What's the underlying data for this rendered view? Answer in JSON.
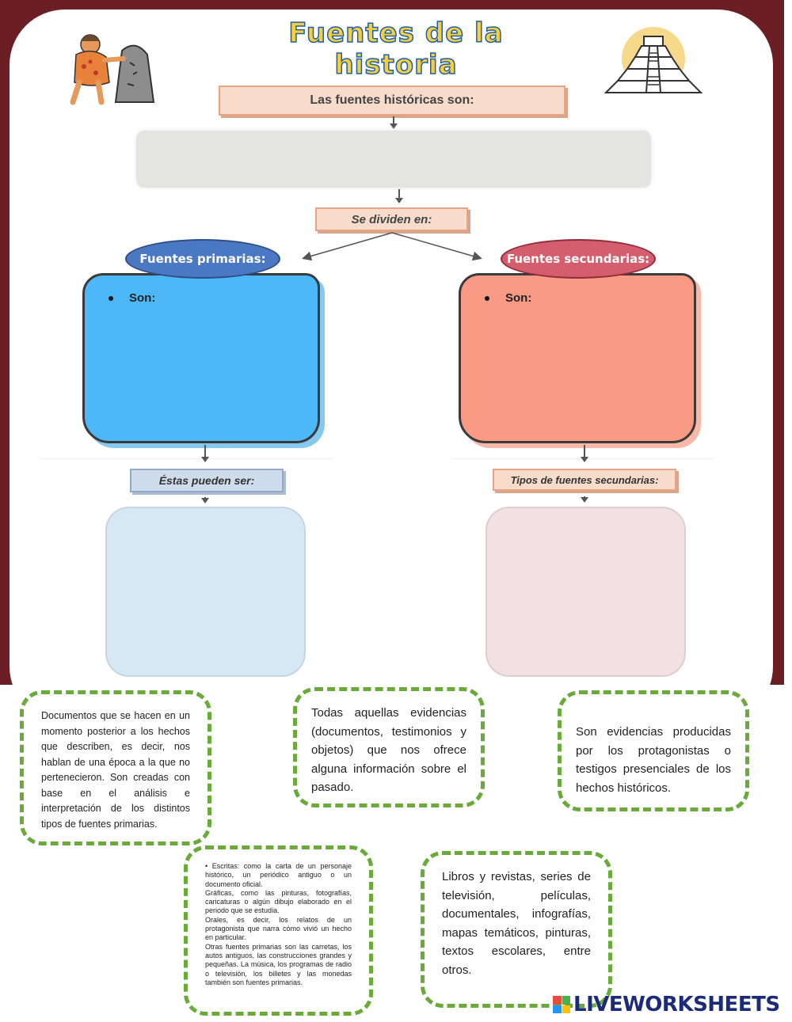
{
  "title": "Fuentes de la historia",
  "labels": {
    "sources_are": "Las fuentes históricas son:",
    "divided_in": "Se dividen en:",
    "primary": "Fuentes primarias:",
    "secondary": "Fuentes secundarias:",
    "son_primary": "Son:",
    "son_secondary": "Son:",
    "can_be": "Éstas pueden ser:",
    "secondary_types": "Tipos de fuentes secundarias:"
  },
  "cards": {
    "card1": "Documentos que se hacen en un momento posterior a los hechos que describen, es decir, nos hablan de una época a la que no pertenecieron. Son creadas con base en el análisis e interpretación de los distintos tipos de fuentes primarias.",
    "card2": "Todas aquellas evidencias (documentos, testimonios y objetos) que nos ofrece alguna información sobre el pasado.",
    "card3": "Son evidencias producidas por los protagonistas o testigos presenciales de los hechos históricos.",
    "card4": [
      "• Escritas: como la carta de un personaje histórico, un periódico antiguo o un documento oficial.",
      " Gráficas, como las pinturas, fotografías, caricaturas o algún dibujo elaborado en el periodo que se estudia.",
      " Orales, es decir, los relatos de un protagonista que narra cómo vivió un hecho en particular.",
      " Otras fuentes primarias son las carretas, los autos antiguos, las construcciones grandes y pequeñas. La música, los programas de radio o televisión, los billetes y las monedas también son fuentes primarias."
    ],
    "card5": "Libros y revistas, series de televisión, películas, documentales, infografías, mapas temáticos, pinturas, textos escolares, entre otros."
  },
  "brand": "LIVEWORKSHEETS",
  "colors": {
    "frame": "#6b1e24",
    "card_border": "#6aaa3a",
    "primary_oval": "#4a78c3",
    "secondary_oval": "#d45d6e",
    "primary_box": "#4db8f7",
    "secondary_box": "#f99a84"
  }
}
